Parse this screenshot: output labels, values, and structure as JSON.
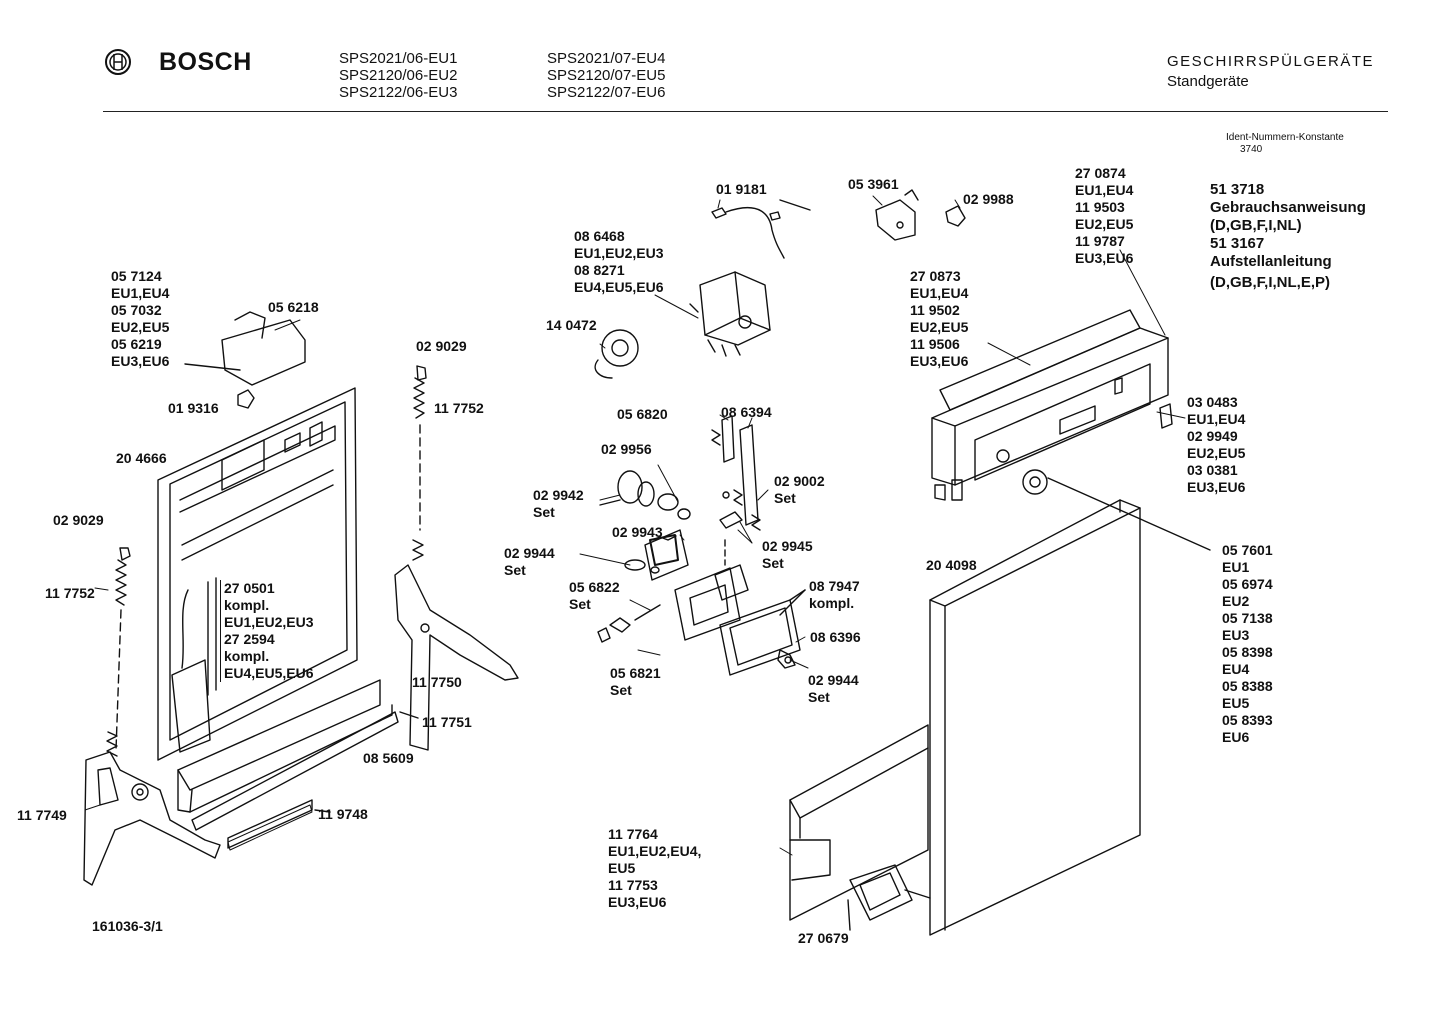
{
  "header": {
    "brand": "BOSCH",
    "models_left": [
      "SPS2021/06-EU1",
      "SPS2120/06-EU2",
      "SPS2122/06-EU3"
    ],
    "models_right": [
      "SPS2021/07-EU4",
      "SPS2120/07-EU5",
      "SPS2122/07-EU6"
    ],
    "category": "GESCHIRRSPÜLGERÄTE",
    "subcategory": "Standgeräte",
    "ident_label": "Ident-Nummern-Konstante",
    "ident_value": "3740"
  },
  "labels": {
    "p019181": [
      "01 9181"
    ],
    "p053961": [
      "05 3961"
    ],
    "p029988": [
      "02 9988"
    ],
    "p270874": [
      "27 0874",
      "EU1,EU4",
      "11 9503",
      "EU2,EU5",
      "11 9787",
      "EU3,EU6"
    ],
    "p513718": [
      "51 3718",
      "Gebrauchsanweisung",
      "(D,GB,F,I,NL)",
      "51 3167",
      "Aufstellanleitung",
      "(D,GB,F,I,NL,E,P)"
    ],
    "p086468": [
      "08 6468",
      "EU1,EU2,EU3",
      "08 8271",
      "EU4,EU5,EU6"
    ],
    "p270873": [
      "27 0873",
      "EU1,EU4",
      "11 9502",
      "EU2,EU5",
      "11 9506",
      "EU3,EU6"
    ],
    "p057124": [
      "05 7124",
      "EU1,EU4",
      "05 7032",
      "EU2,EU5",
      "05 6219",
      "EU3,EU6"
    ],
    "p056218": [
      "05 6218"
    ],
    "p140472": [
      "14 0472"
    ],
    "p029029a": [
      "02 9029"
    ],
    "p117752a": [
      "11 7752"
    ],
    "p019316": [
      "01 9316"
    ],
    "p056820": [
      "05 6820"
    ],
    "p086394": [
      "08 6394"
    ],
    "p030483": [
      "03 0483",
      "EU1,EU4",
      "02 9949",
      "EU2,EU5",
      "03 0381",
      "EU3,EU6"
    ],
    "p204666": [
      "20 4666"
    ],
    "p029956": [
      "02 9956"
    ],
    "p029002": [
      "02 9002",
      "Set"
    ],
    "p029942": [
      "02 9942",
      "Set"
    ],
    "p029029b": [
      "02 9029"
    ],
    "p029943": [
      "02 9943"
    ],
    "p029945": [
      "02 9945",
      "Set"
    ],
    "p057601": [
      "05 7601",
      "EU1",
      "05 6974",
      "EU2",
      "05 7138",
      "EU3",
      "05 8398",
      "EU4",
      "05 8388",
      "EU5",
      "05 8393",
      "EU6"
    ],
    "p029944a": [
      "02 9944",
      "Set"
    ],
    "p204098": [
      "20 4098"
    ],
    "p117752b": [
      "11 7752"
    ],
    "p270501": [
      "27 0501",
      "kompl.",
      "EU1,EU2,EU3",
      "27 2594",
      "kompl.",
      "EU4,EU5,EU6"
    ],
    "p056822": [
      "05 6822",
      "Set"
    ],
    "p087947": [
      "08 7947",
      "kompl."
    ],
    "p086396": [
      "08 6396"
    ],
    "p117750": [
      "11 7750"
    ],
    "p056821": [
      "05 6821",
      "Set"
    ],
    "p029944b": [
      "02 9944",
      "Set"
    ],
    "p117751": [
      "11 7751"
    ],
    "p085609": [
      "08 5609"
    ],
    "p117749": [
      "11 7749"
    ],
    "p119748": [
      "11 9748"
    ],
    "p117764": [
      "11 7764",
      "EU1,EU2,EU4,",
      "EU5",
      "11 7753",
      "EU3,EU6"
    ],
    "p270679": [
      "27 0679"
    ]
  },
  "footer": {
    "doc_number": "161036-3/1"
  }
}
